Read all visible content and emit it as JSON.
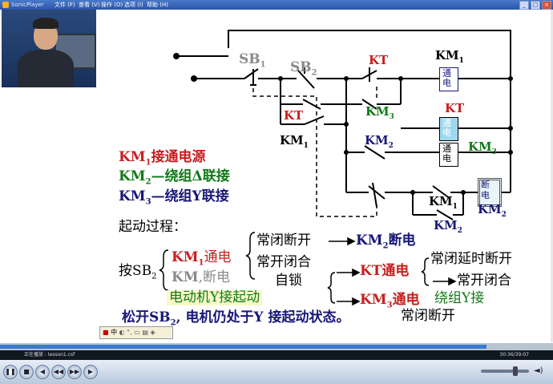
{
  "window": {
    "title": "SonicPlayer"
  },
  "menu": [
    {
      "label": "文件 (F)"
    },
    {
      "label": "查看 (V)"
    },
    {
      "label": "操作 (O)"
    },
    {
      "label": "选项 (I)"
    },
    {
      "label": "帮助 (H)"
    }
  ],
  "slide": {
    "circuit": {
      "sb1": "SB",
      "sb1_sub": "1",
      "sb2": "SB",
      "sb2_sub": "2",
      "kt_top": "KT",
      "km1_top": "KM",
      "km1_top_sub": "1",
      "kt_coil_label": "KT",
      "kt_contact_red": "KT",
      "km3_label": "KM",
      "km3_label_sub": "3",
      "km1_contact": "KM",
      "km1_contact_sub": "1",
      "km2_contact": "KM",
      "km2_contact_sub": "2",
      "km3_right": "KM",
      "km3_right_sub": "3",
      "km1_bottom": "KM",
      "km1_bottom_sub": "1",
      "km2_right": "KM",
      "km2_right_sub": "2",
      "km2_bottom": "KM",
      "km2_bottom_sub": "2",
      "coil_tong_dian": "通电",
      "coil_km2_label": "通电",
      "coil_km3": "通电",
      "coil_duan_dian": "断电"
    },
    "legend": [
      {
        "km": "KM",
        "sub": "1",
        "text": "接通电源"
      },
      {
        "km": "KM",
        "sub": "2",
        "text": "—绕组Δ联接"
      },
      {
        "km": "KM",
        "sub": "3",
        "text": "—绕组Y联接"
      }
    ],
    "process": {
      "title": "起动过程：",
      "press": "按SB",
      "press_sub": "2",
      "km1": "KM",
      "km1_sub": "1",
      "km1_status": "通电",
      "km_gray": "KM",
      "km_gray_sub": "?",
      "km_gray_status": "断电",
      "nc_open": "常闭断开",
      "km2": "KM",
      "km2_sub": "2",
      "km2_status": "断电",
      "no_close": "常开闭合",
      "self_lock": "自锁",
      "kt": "KT通电",
      "nc_delay_open": "常闭延时断开",
      "no_close2": "常开闭合",
      "km3": "KM",
      "km3_sub": "3",
      "km3_status": "通电",
      "winding_y": "绕组Y接",
      "nc_open2": "常闭断开",
      "motor_y": "电动机Y接起动",
      "release": "松开SB",
      "release_sub": "2",
      "release_rest": ", 电机仍处于Y 接起动状态。"
    }
  },
  "ime": {
    "label": "中"
  },
  "status": {
    "left": "正在播放 : lesson1.csf",
    "time": "30:36/39:07"
  },
  "seek": {
    "progress": 0.88
  },
  "colors": {
    "red": "#c81e1e",
    "green": "#127a18",
    "blue": "#181878",
    "coil_fill": "#9fd8ee"
  }
}
